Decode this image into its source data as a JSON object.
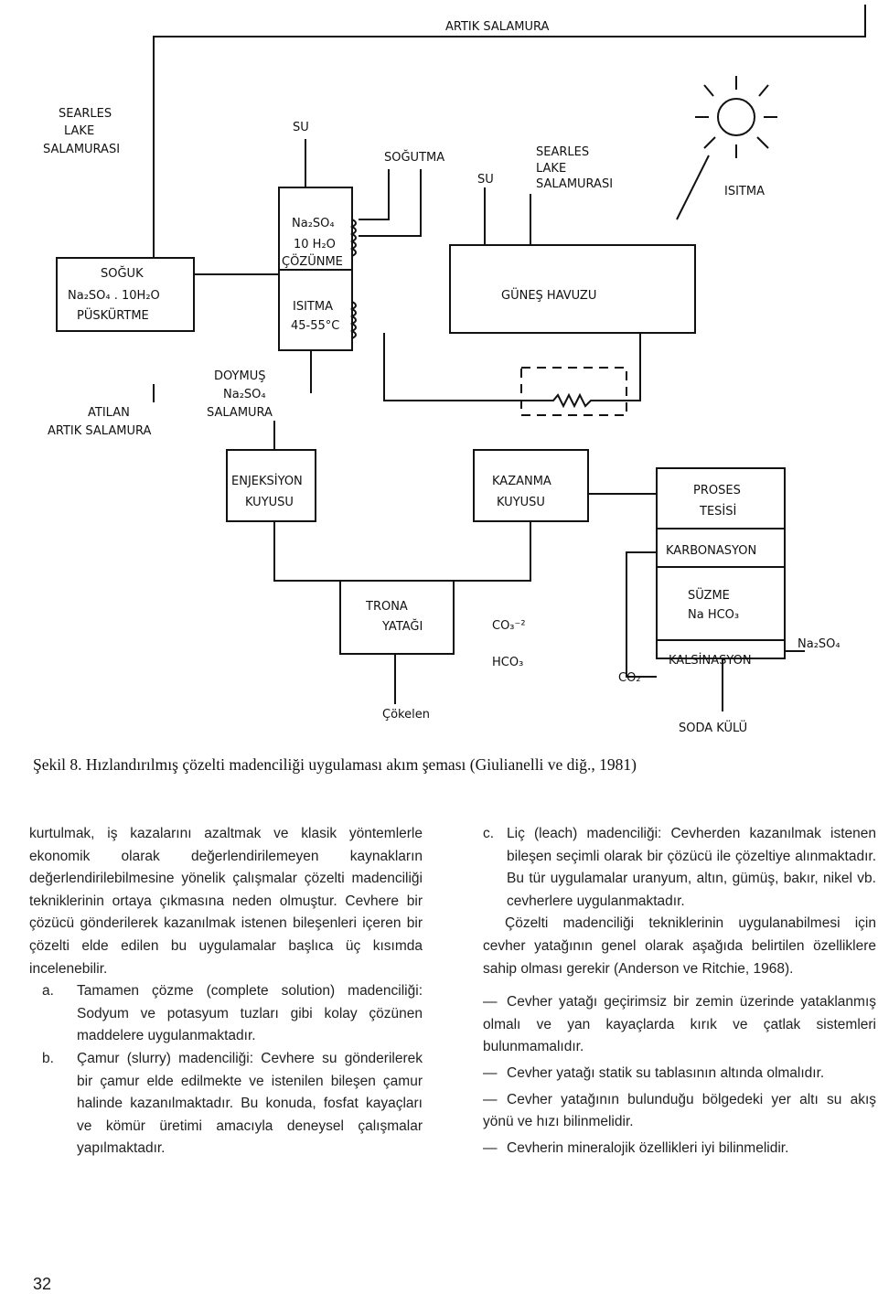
{
  "diagram": {
    "artik_salamura": "ARTIK SALAMURA",
    "searles_lake_left": [
      "SEARLES",
      "LAKE",
      "SALAMURASI"
    ],
    "su_left": "SU",
    "sogutma": "SOĞUTMA",
    "su_right": "SU",
    "searles_lake_right": [
      "SEARLES",
      "LAKE",
      "SALAMURASI"
    ],
    "isitma_right": "ISITMA",
    "soguk_box": [
      "SOĞUK",
      "Na₂SO₄ . 10H₂O",
      "PÜSKÜRTME"
    ],
    "cozunme_box": [
      "Na₂SO₄",
      "10 H₂O",
      "ÇÖZÜNME"
    ],
    "isitma_box": [
      "ISITMA",
      "45-55°C"
    ],
    "gunes_havuzu": "GÜNEŞ HAVUZU",
    "doymus": [
      "DOYMUŞ",
      "Na₂SO₄",
      "SALAMURA"
    ],
    "atilan": [
      "ATILAN",
      "ARTIK SALAMURA"
    ],
    "enjeksiyon": [
      "ENJEKSİYON",
      "KUYUSU"
    ],
    "kazanma": [
      "KAZANMA",
      "KUYUSU"
    ],
    "proses": [
      "PROSES",
      "TESİSİ"
    ],
    "karbonasyon": "KARBONASYON",
    "sozme": [
      "SÜZME",
      "Na HCO₃"
    ],
    "kalsinasyon": "KALSİNASYON",
    "trona": [
      "TRONA",
      "YATAĞI"
    ],
    "co3": "CO₃⁻²",
    "hco3": "HCO₃",
    "co2": "CO₂",
    "na2so4_out": "Na₂SO₄",
    "cokelen": "Çökelen",
    "soda_kulu": "SODA KÜLÜ"
  },
  "caption": "Şekil 8. Hızlandırılmış çözelti madenciliği uygulaması akım şeması (Giulianelli ve diğ., 1981)",
  "left_column": {
    "intro": "kurtulmak, iş kazalarını azaltmak ve klasik yöntemlerle ekonomik olarak değerlendirilemeyen kaynakların değerlendirilebilmesine yönelik çalışmalar çözelti madenciliği tekniklerinin ortaya çıkmasına neden olmuştur. Cevhere bir çözücü gönderilerek kazanılmak istenen bileşenleri içeren bir çözelti elde edilen bu uygulamalar başlıca üç kısımda incelenebilir.",
    "item_a_label": "a.",
    "item_a": "Tamamen çözme (complete solution) madenciliği: Sodyum ve potasyum tuzları gibi kolay çözünen maddelere uygulanmaktadır.",
    "item_b_label": "b.",
    "item_b": "Çamur (slurry) madenciliği: Cevhere su gönderilerek bir çamur elde edilmekte ve istenilen bileşen çamur halinde kazanılmaktadır. Bu konuda, fosfat kayaçları ve kömür üretimi amacıyla deneysel çalışmalar yapılmaktadır."
  },
  "right_column": {
    "item_c_label": "c.",
    "item_c": "Liç (leach) madenciliği: Cevherden kazanılmak istenen bileşen seçimli olarak bir çözücü ile çözeltiye alınmaktadır. Bu tür uygulamalar uranyum, altın, gümüş, bakır, nikel vb. cevherlere uygulanmaktadır.",
    "para": "Çözelti madenciliği tekniklerinin uygulanabilmesi için cevher yatağının genel olarak aşağıda belirtilen özelliklere sahip olması gerekir (Anderson ve Ritchie, 1968).",
    "dash": "—",
    "list": [
      "Cevher yatağı geçirimsiz bir zemin üzerinde yataklanmış olmalı ve yan kayaçlarda kırık ve çatlak sistemleri bulunmamalıdır.",
      "Cevher yatağı statik su tablasının altında olmalıdır.",
      "Cevher yatağının bulunduğu bölgedeki yer altı su akış yönü ve hızı bilinmelidir.",
      "Cevherin mineralojik özellikleri iyi bilinmelidir."
    ]
  },
  "page_number": "32"
}
